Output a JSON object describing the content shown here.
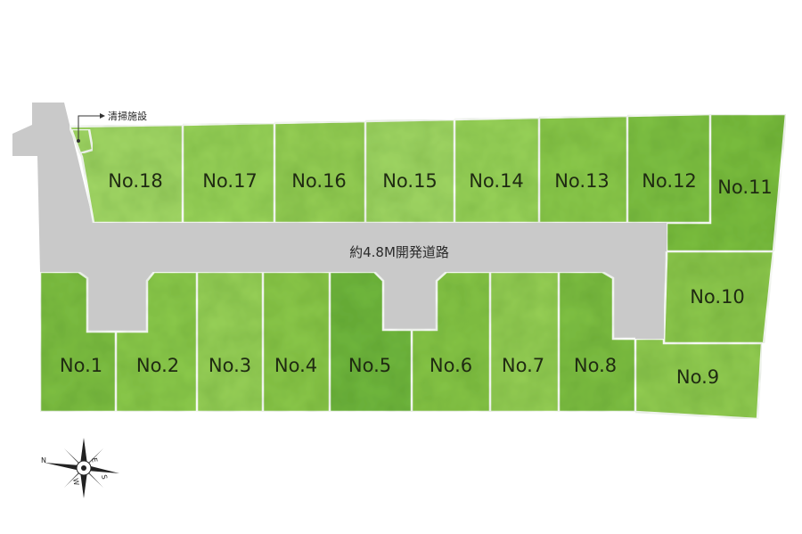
{
  "road": {
    "label": "約4.8M開発道路"
  },
  "facility": {
    "label": "清掃施設"
  },
  "lots": [
    {
      "label": "No.1",
      "color": "#7fc043"
    },
    {
      "label": "No.2",
      "color": "#8dcb4c"
    },
    {
      "label": "No.3",
      "color": "#98d158"
    },
    {
      "label": "No.4",
      "color": "#8cc94a"
    },
    {
      "label": "No.5",
      "color": "#71b83e"
    },
    {
      "label": "No.6",
      "color": "#87c647"
    },
    {
      "label": "No.7",
      "color": "#96cf55"
    },
    {
      "label": "No.8",
      "color": "#7fc043"
    },
    {
      "label": "No.9",
      "color": "#93cd52"
    },
    {
      "label": "No.10",
      "color": "#8ec94d"
    },
    {
      "label": "No.11",
      "color": "#7cbf3f"
    },
    {
      "label": "No.12",
      "color": "#80c244"
    },
    {
      "label": "No.13",
      "color": "#8dcb4c"
    },
    {
      "label": "No.14",
      "color": "#9ad45a"
    },
    {
      "label": "No.15",
      "color": "#a1d764"
    },
    {
      "label": "No.16",
      "color": "#96cf55"
    },
    {
      "label": "No.17",
      "color": "#9ad45a"
    },
    {
      "label": "No.18",
      "color": "#a3d866"
    }
  ],
  "compass": {
    "north": "N",
    "south": "S",
    "east": "E",
    "west": "W"
  },
  "colors": {
    "road": "#c9c9c9",
    "lot_border": "#ffffff"
  }
}
